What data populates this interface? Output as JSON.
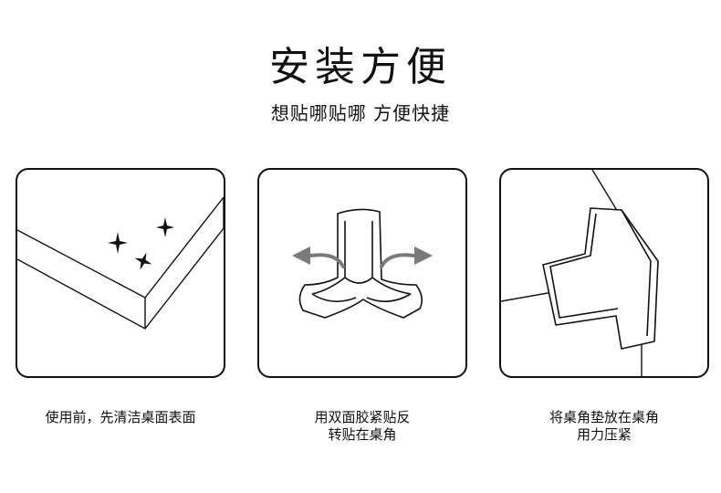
{
  "header": {
    "title": "安装方便",
    "subtitle": "想贴哪贴哪  方便快捷"
  },
  "steps": [
    {
      "caption": "使用前，先清洁桌面表面",
      "icon": "clean-table-corner-illustration"
    },
    {
      "caption": "用双面胶紧贴反\n转贴在桌角",
      "icon": "flip-corner-guard-illustration"
    },
    {
      "caption": "将桌角垫放在桌角\n用力压紧",
      "icon": "press-guard-on-corner-illustration"
    }
  ],
  "colors": {
    "stroke": "#111111",
    "arrow": "#7a7a7a",
    "background": "#ffffff"
  }
}
